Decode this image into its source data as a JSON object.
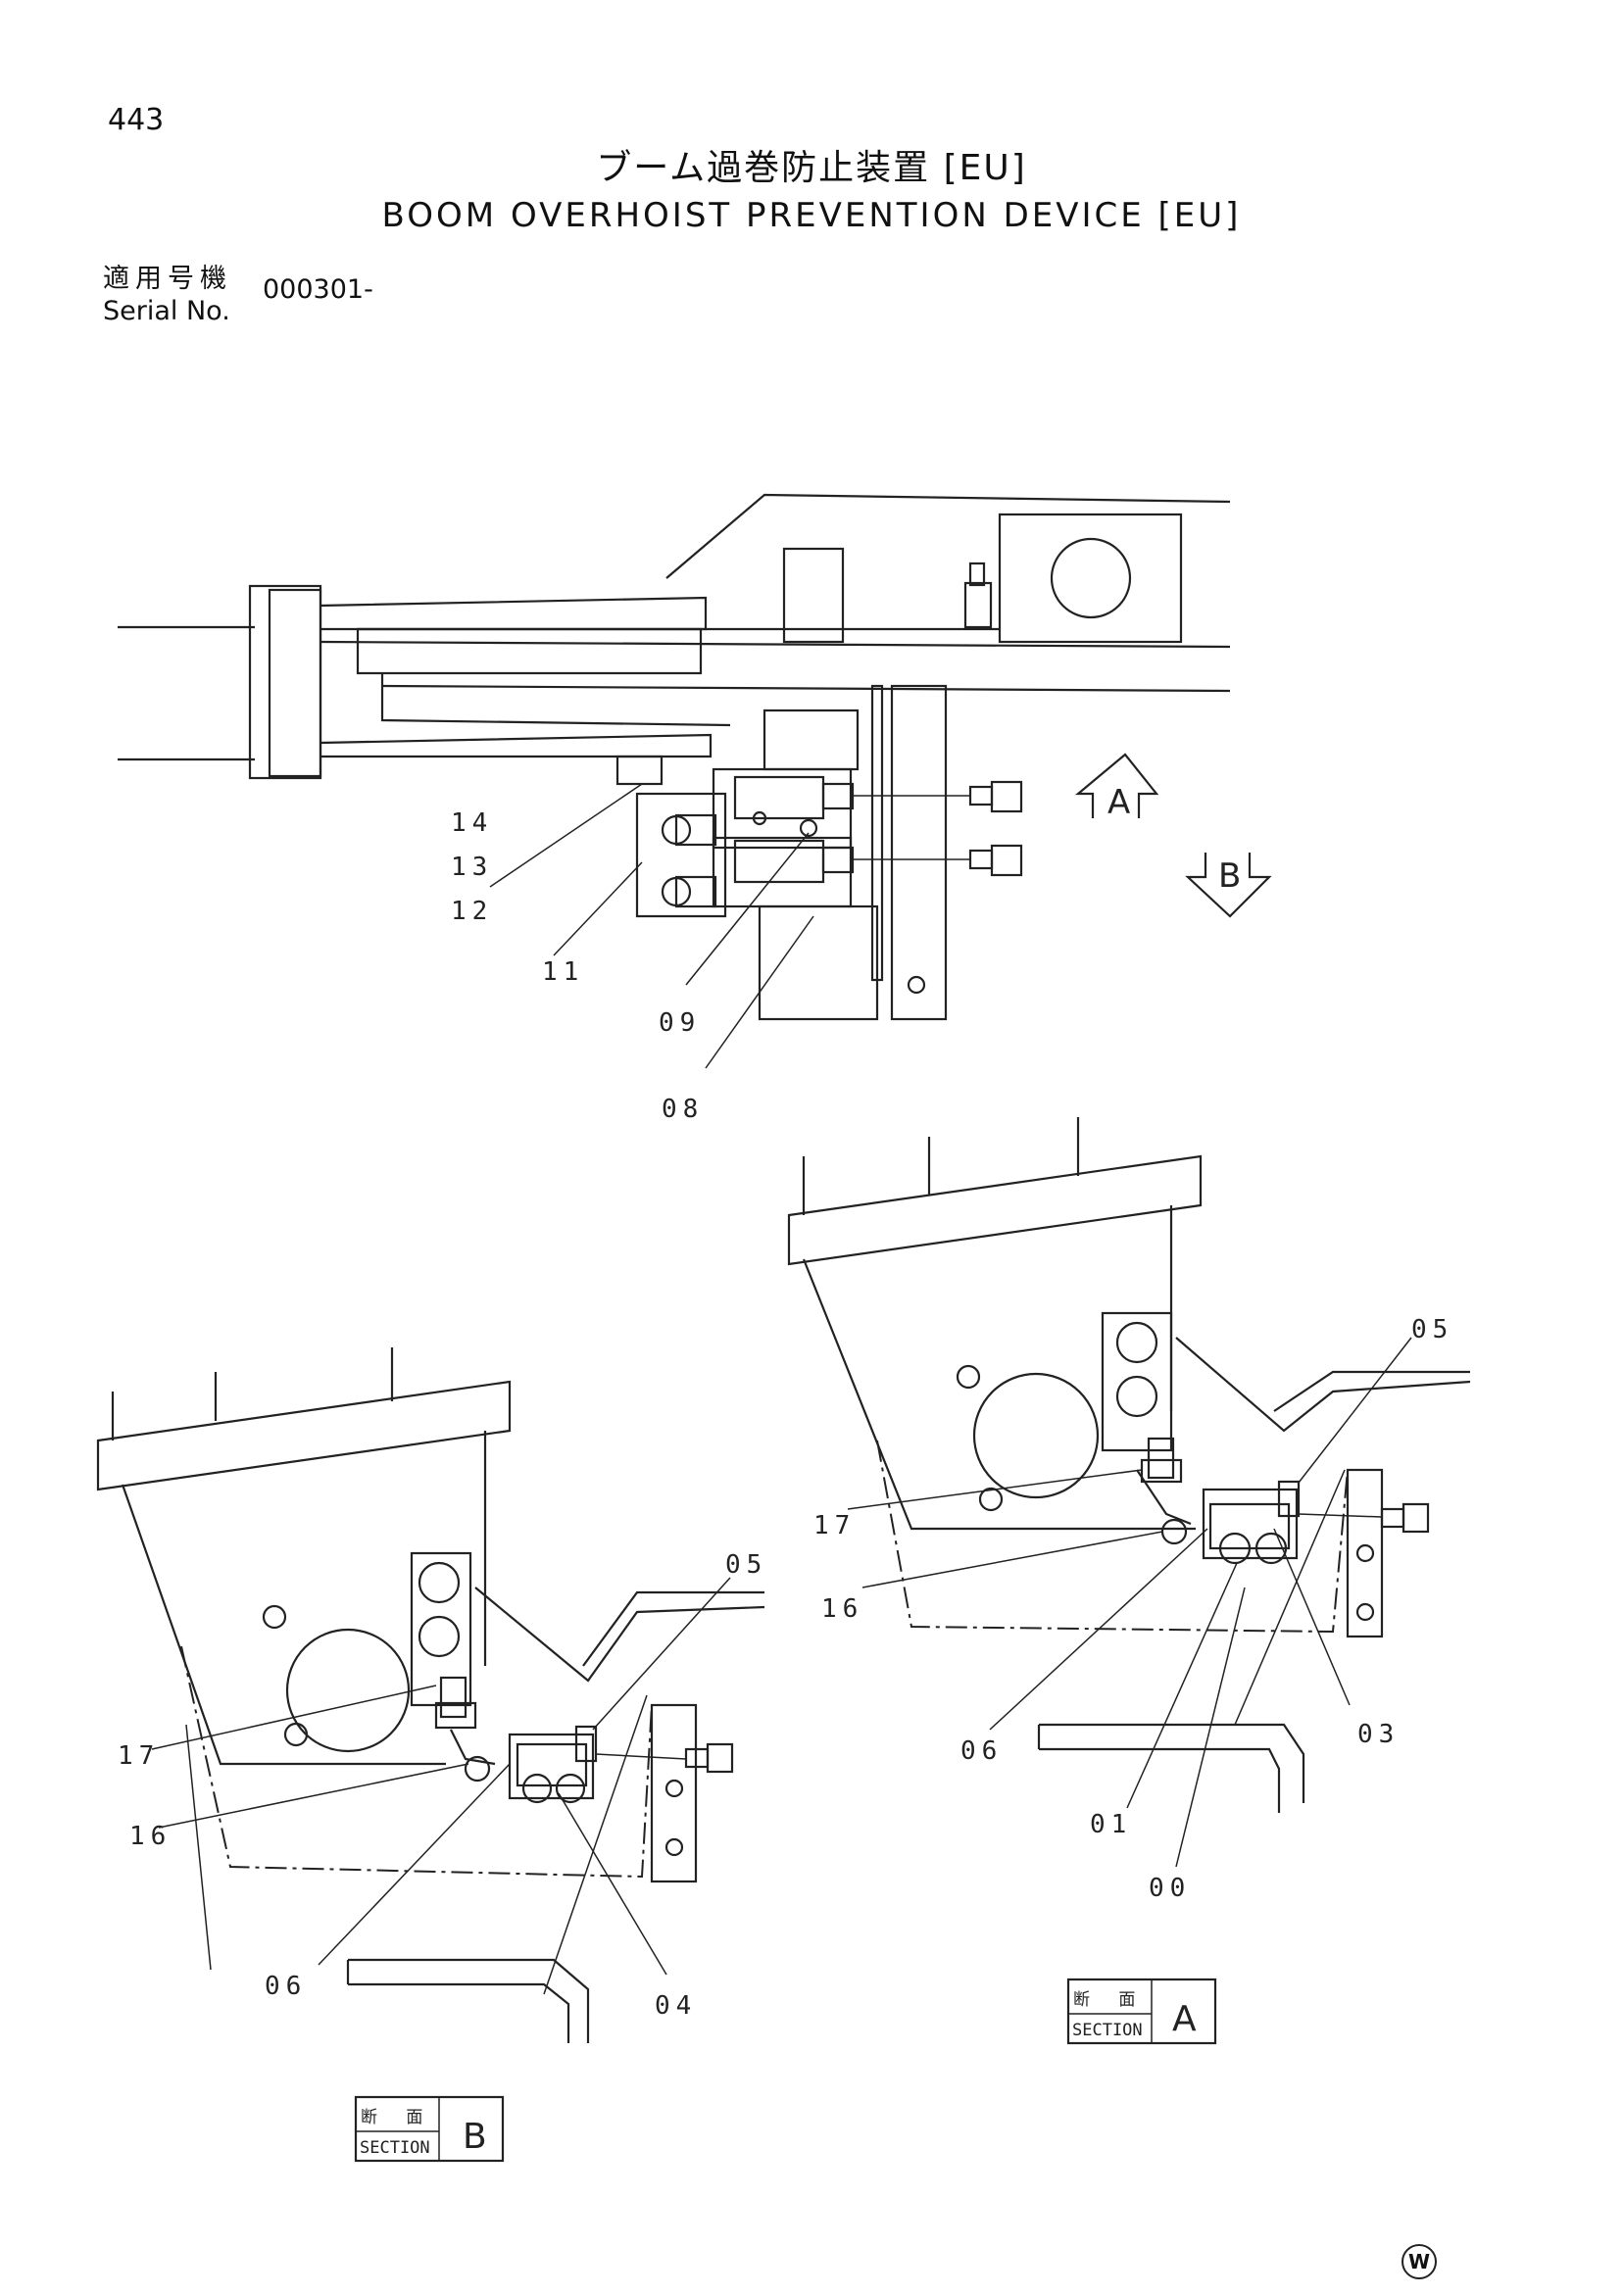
{
  "header": {
    "page_number": "443",
    "title_ja": "ブーム過巻防止装置 [EU]",
    "title_en": "BOOM OVERHOIST PREVENTION DEVICE [EU]",
    "serial_label_ja": "適用号機",
    "serial_label_en": "Serial No.",
    "serial_value": "000301-"
  },
  "views": {
    "top": {
      "arrow_a": "A",
      "arrow_b": "B",
      "callouts": [
        "14",
        "13",
        "12",
        "11",
        "09",
        "08"
      ]
    },
    "section_a": {
      "callouts": [
        "05",
        "17",
        "16",
        "06",
        "01",
        "00",
        "03"
      ],
      "label_ja": "断 面",
      "label_en": "SECTION",
      "letter": "A"
    },
    "section_b": {
      "callouts": [
        "05",
        "17",
        "16",
        "06",
        "04"
      ],
      "label_ja": "断 面",
      "label_en": "SECTION",
      "letter": "B"
    }
  },
  "logo_text": "W"
}
